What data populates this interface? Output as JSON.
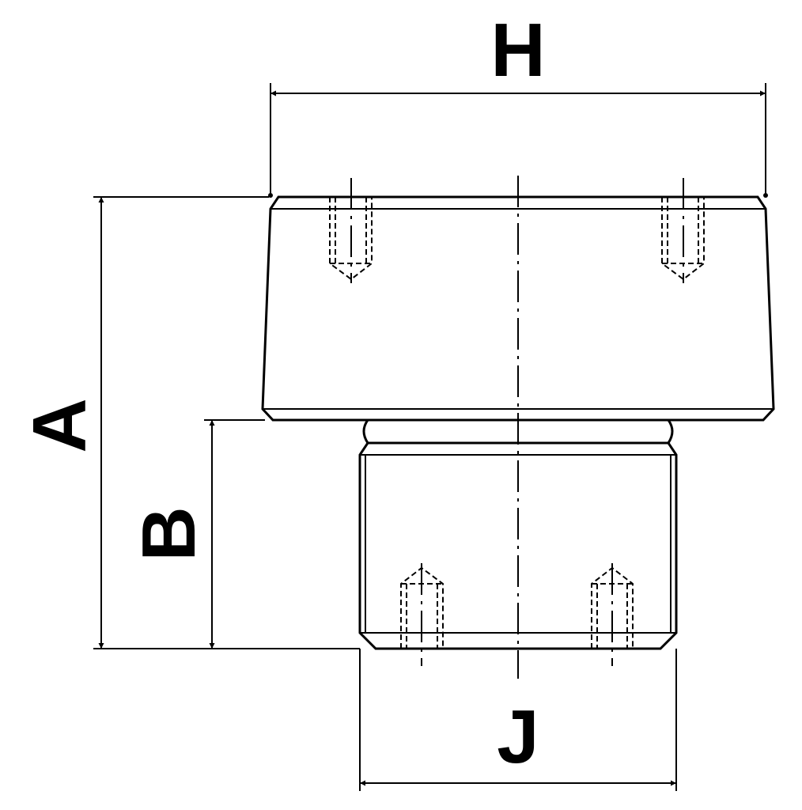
{
  "diagram": {
    "dimensions": {
      "H": "H",
      "A": "A",
      "B": "B",
      "J": "J"
    },
    "colors": {
      "line": "#000000",
      "background": "#ffffff"
    }
  }
}
